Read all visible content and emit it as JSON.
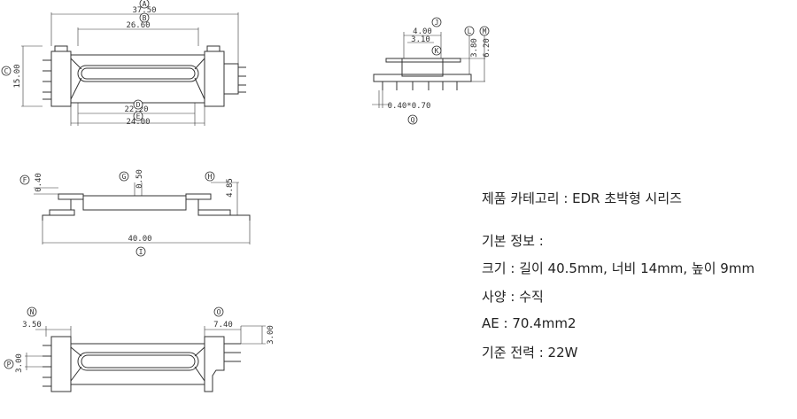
{
  "dimensions": {
    "top_view": {
      "A": "37.50",
      "B": "26.60",
      "C": "15.00",
      "D": "22.20",
      "E": "24.00"
    },
    "side_view": {
      "J": "4.00",
      "K": "3.10",
      "L": "3.80",
      "M": "6.20",
      "Q": "0.40*0.70"
    },
    "front_view": {
      "F": "0.40",
      "G": "0.50",
      "H": "4.85",
      "I": "40.00"
    },
    "bottom_view": {
      "N": "3.50",
      "O": "7.40",
      "P": "3.00",
      "O_height": "3.00"
    }
  },
  "circle_labels": {
    "A": "A",
    "B": "B",
    "C": "C",
    "D": "D",
    "E": "E",
    "F": "F",
    "G": "G",
    "H": "H",
    "I": "I",
    "J": "J",
    "K": "K",
    "L": "L",
    "M": "M",
    "N": "N",
    "O": "O",
    "P": "P",
    "Q": "Q"
  },
  "info": {
    "category": "제품 카테고리 : EDR 초박형 시리즈",
    "basic_info_heading": "기본 정보 :",
    "size": "크기 : 길이 40.5mm, 너비 14mm, 높이 9mm",
    "spec": "사양 : 수직",
    "ae": "AE : 70.4mm2",
    "power": "기준 전력 : 22W"
  },
  "colors": {
    "line": "#333333",
    "text": "#222222"
  }
}
